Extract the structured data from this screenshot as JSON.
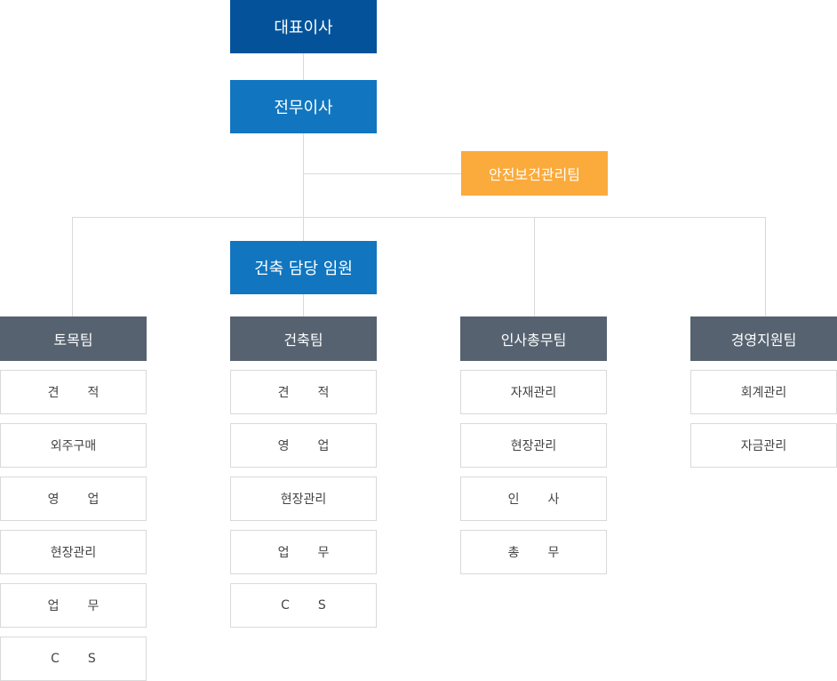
{
  "colors": {
    "ceo": "#04539a",
    "director": "#1176bf",
    "safety": "#fbaa3c",
    "team_header": "#566270",
    "line": "#d9d9d9",
    "item_border": "#d9d9d9",
    "item_text": "#444444"
  },
  "ceo": {
    "label": "대표이사"
  },
  "managing_director": {
    "label": "전무이사"
  },
  "safety_team": {
    "label": "안전보건관리팀"
  },
  "construction_executive": {
    "label": "건축 담당 임원"
  },
  "teams": [
    {
      "label": "토목팀",
      "items": [
        "견적",
        "외주구매",
        "영업",
        "현장관리",
        "업무",
        "CS"
      ]
    },
    {
      "label": "건축팀",
      "items": [
        "견적",
        "영업",
        "현장관리",
        "업무",
        "CS"
      ]
    },
    {
      "label": "인사총무팀",
      "items": [
        "자재관리",
        "현장관리",
        "인사",
        "총무"
      ]
    },
    {
      "label": "경영지원팀",
      "items": [
        "회계관리",
        "자금관리"
      ]
    }
  ]
}
